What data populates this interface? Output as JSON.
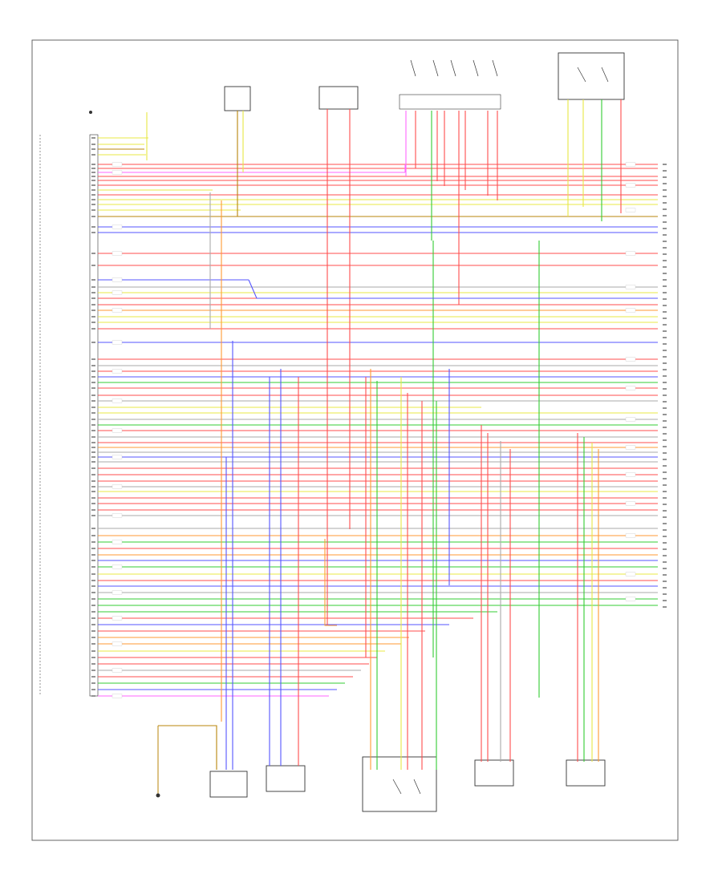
{
  "diagram": {
    "footer_code": "",
    "ground_label": "",
    "components": [
      {
        "id": "ecm",
        "label_lines": []
      },
      {
        "id": "sensor_a",
        "label_lines": []
      },
      {
        "id": "sensor_b",
        "label_lines": []
      },
      {
        "id": "sensor_c",
        "label_lines": []
      },
      {
        "id": "relay",
        "label_lines": []
      },
      {
        "id": "sensor_d",
        "label_lines": []
      },
      {
        "id": "sensor_e",
        "label_lines": []
      },
      {
        "id": "module_f",
        "label_lines": []
      },
      {
        "id": "sensor_g",
        "label_lines": []
      },
      {
        "id": "sensor_h",
        "label_lines": []
      }
    ],
    "wire_colors": {
      "pink": "#ff66ff",
      "red": "#ff4d4d",
      "blue": "#5555ff",
      "green": "#33cc33",
      "yellow": "#e8e844",
      "brown": "#b8860b",
      "orange": "#ff9933",
      "gray": "#aaaaaa",
      "purple": "#b366ff"
    }
  }
}
